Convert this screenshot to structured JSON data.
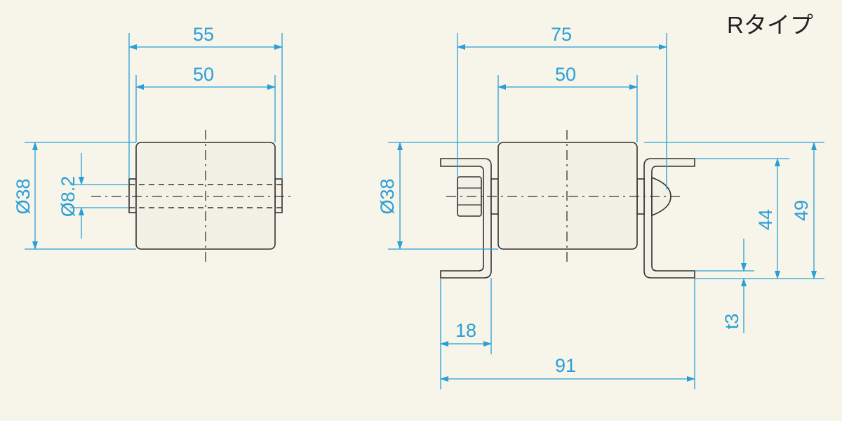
{
  "title": "Rタイプ",
  "left_view": {
    "dim_overall_width": "55",
    "dim_roller_width": "50",
    "dim_roller_diameter": "Ø38",
    "dim_shaft_diameter": "Ø8.2"
  },
  "right_view": {
    "dim_overall_width": "75",
    "dim_roller_width": "50",
    "dim_roller_diameter": "Ø38",
    "dim_bracket_height": "44",
    "dim_total_height": "49",
    "dim_thickness": "t3",
    "dim_flange_length": "18",
    "dim_base_length": "91"
  },
  "colors": {
    "dimension": "#2a9fd6",
    "outline": "#333333",
    "background": "#f7f4ea"
  }
}
